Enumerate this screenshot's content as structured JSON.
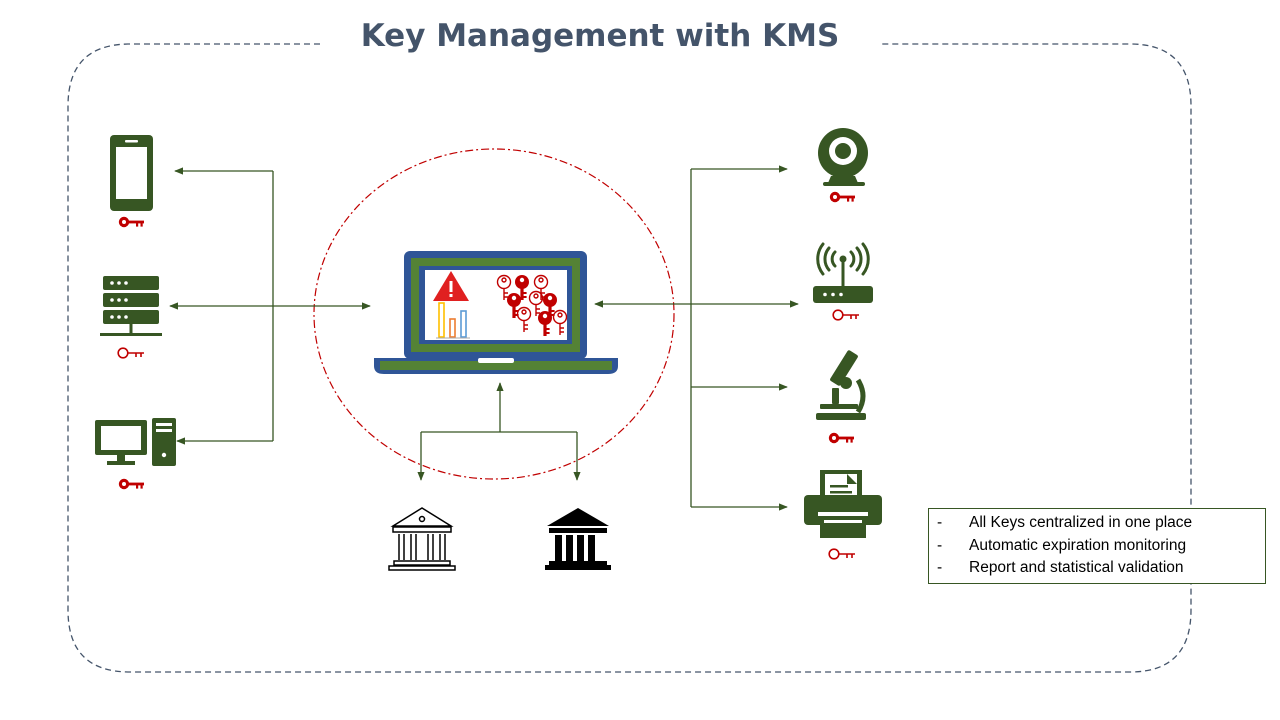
{
  "title": "Key Management with KMS",
  "notes": [
    "All Keys centralized in one place",
    "Automatic expiration monitoring",
    "Report and statistical validation"
  ],
  "note_bullet": "-",
  "colors": {
    "device_green": "#375623",
    "key_red": "#c00000",
    "title": "#44546a",
    "laptop_frame": "#2f5597",
    "frame_border": "#44546a",
    "circle": "#c00000"
  },
  "icons": {
    "left": [
      "smartphone-icon",
      "server-icon",
      "desktop-computer-icon"
    ],
    "right": [
      "webcam-icon",
      "wifi-router-icon",
      "microscope-icon",
      "printer-icon"
    ],
    "bottom": [
      "bank-outline-icon",
      "bank-filled-icon"
    ],
    "center": "kms-laptop-icon",
    "key": "key-icon"
  }
}
